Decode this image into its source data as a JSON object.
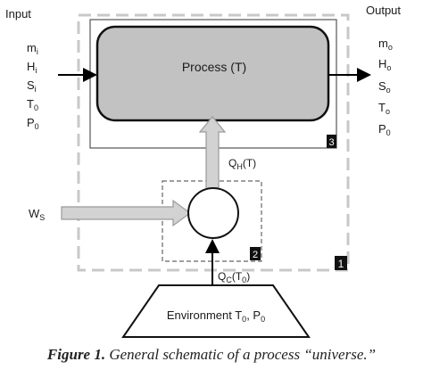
{
  "diagram": {
    "input_label": "Input",
    "output_label": "Output",
    "process_label": "Process (T)",
    "inputs": [
      {
        "base": "m",
        "sub": "i"
      },
      {
        "base": "H",
        "sub": "i"
      },
      {
        "base": "S",
        "sub": "i"
      },
      {
        "base": "T",
        "sub": "0"
      },
      {
        "base": "P",
        "sub": "0"
      }
    ],
    "outputs": [
      {
        "base": "m",
        "sub": "o"
      },
      {
        "base": "H",
        "sub": "o"
      },
      {
        "base": "S",
        "sub": "o"
      },
      {
        "base": "T",
        "sub": "o"
      },
      {
        "base": "P",
        "sub": "0"
      }
    ],
    "qh": {
      "base": "Q",
      "sub": "H",
      "rest": "(T)"
    },
    "qc": {
      "base": "Q",
      "sub": "C",
      "rest": "(T",
      "rest_sub": "0",
      "tail": ")"
    },
    "ws": {
      "base": "W",
      "sub": "S"
    },
    "environment": {
      "text": "Environment T",
      "sub1": "0",
      "mid": ", P",
      "sub2": "0"
    },
    "box_numbers": {
      "outer": "1",
      "heat_engine": "2",
      "process_box": "3"
    }
  },
  "caption": {
    "label": "Figure 1.",
    "text": "General schematic of a process “universe.”"
  }
}
